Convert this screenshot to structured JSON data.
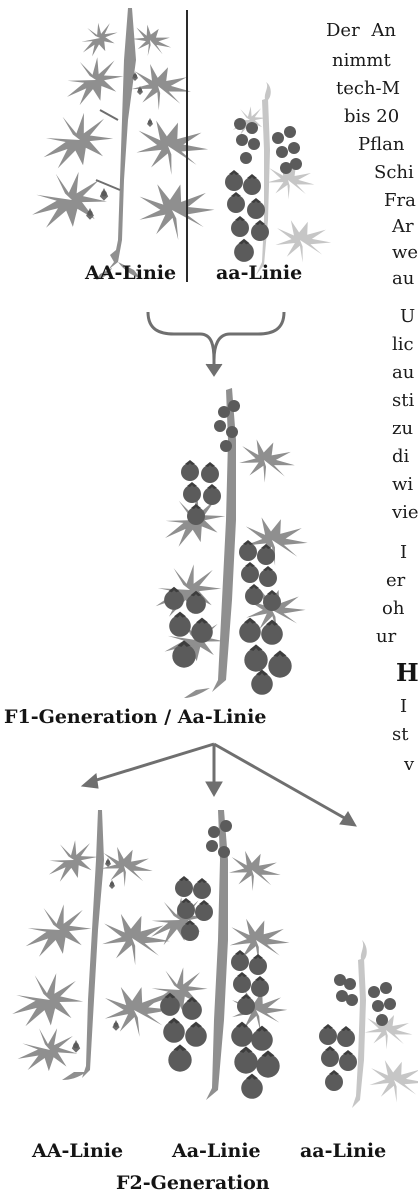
{
  "colors": {
    "plant_dark": "#8f8f8f",
    "plant_light": "#c6c6c6",
    "tomato": "#5b5b5b",
    "flower": "#6e6e6e",
    "arrow": "#6f6f6f",
    "divider": "#2a2a2a"
  },
  "labels": {
    "aa_upper_line": "AA-Linie",
    "aa_lower_line": "aa-Linie",
    "f1": "F1-Generation / Aa-Linie",
    "f2_aa_upper": "AA-Linie",
    "f2_aa_mixed": "Aa-Linie",
    "f2_aa_lower": "aa-Linie",
    "f2": "F2-Generation"
  },
  "body": {
    "paragraph1": [
      "Der An",
      "nimmt",
      "tech-M",
      "bis 20",
      "Pflan",
      "Schi",
      "Fra",
      "Ar",
      "we",
      "au"
    ],
    "paragraph2": [
      "U",
      "lic",
      "au",
      "sti",
      "zu",
      "di",
      "wi",
      "vie"
    ],
    "paragraph3": [
      "I",
      "er",
      "oh",
      "ur"
    ],
    "heading": "H",
    "paragraph4": [
      "I",
      "st",
      "v"
    ]
  }
}
